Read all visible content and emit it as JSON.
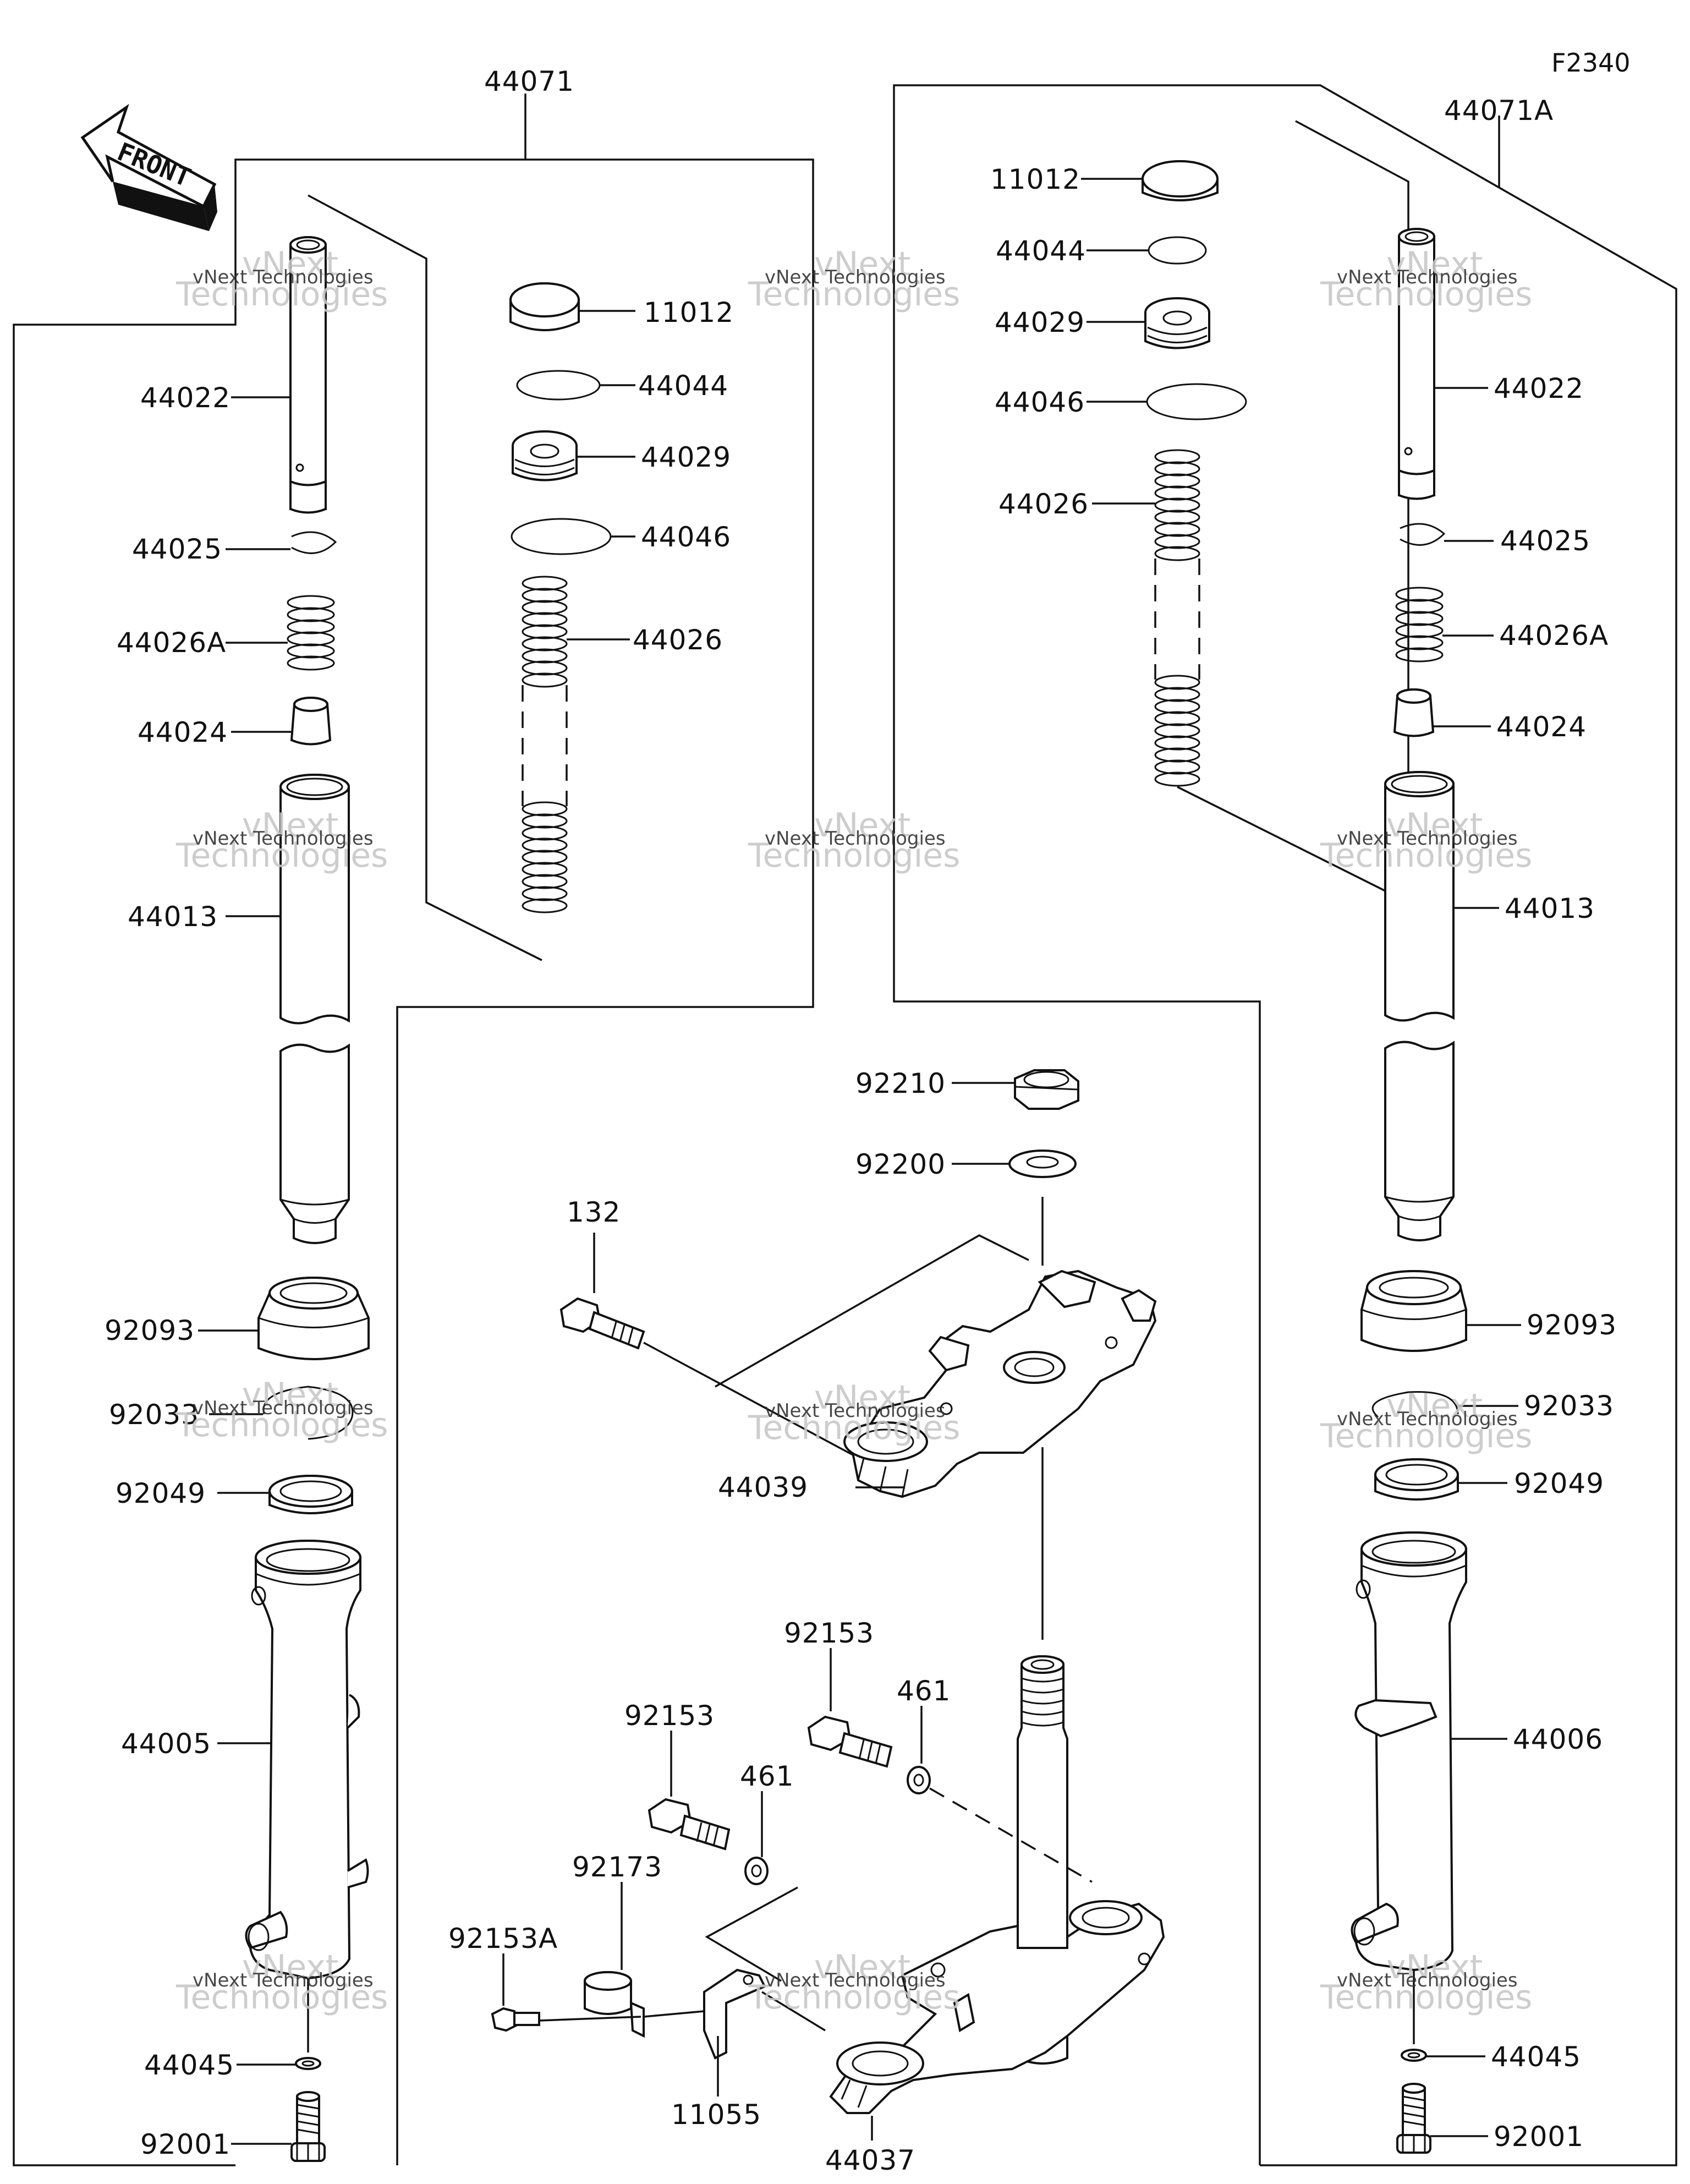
{
  "figure_code": "F2340",
  "front_label": "FRONT",
  "watermark": {
    "line1": "vNext Technologies",
    "line2": "Technologies",
    "overlay": "vNext"
  },
  "assemblies": {
    "left_fork": "44071",
    "right_fork": "44071A"
  },
  "parts": {
    "p11012_l": "11012",
    "p44044_l": "44044",
    "p44029_l": "44029",
    "p44046_l": "44046",
    "p44026_l": "44026",
    "p11012_r": "11012",
    "p44044_r": "44044",
    "p44029_r": "44029",
    "p44046_r": "44046",
    "p44026_r": "44026",
    "p44022_l": "44022",
    "p44025_l": "44025",
    "p44026A_l": "44026A",
    "p44024_l": "44024",
    "p44013_l": "44013",
    "p92093_l": "92093",
    "p92033_l": "92033",
    "p92049_l": "92049",
    "p44005": "44005",
    "p44045_l": "44045",
    "p92001_l": "92001",
    "p44022_r": "44022",
    "p44025_r": "44025",
    "p44026A_r": "44026A",
    "p44024_r": "44024",
    "p44013_r": "44013",
    "p92093_r": "92093",
    "p92033_r": "92033",
    "p92049_r": "92049",
    "p44006": "44006",
    "p44045_r": "44045",
    "p92001_r": "92001",
    "p92210": "92210",
    "p92200": "92200",
    "p132": "132",
    "p44039": "44039",
    "p92153_a": "92153",
    "p461_a": "461",
    "p92153_b": "92153",
    "p461_b": "461",
    "p92173": "92173",
    "p92153A": "92153A",
    "p11055": "11055",
    "p44037": "44037"
  }
}
